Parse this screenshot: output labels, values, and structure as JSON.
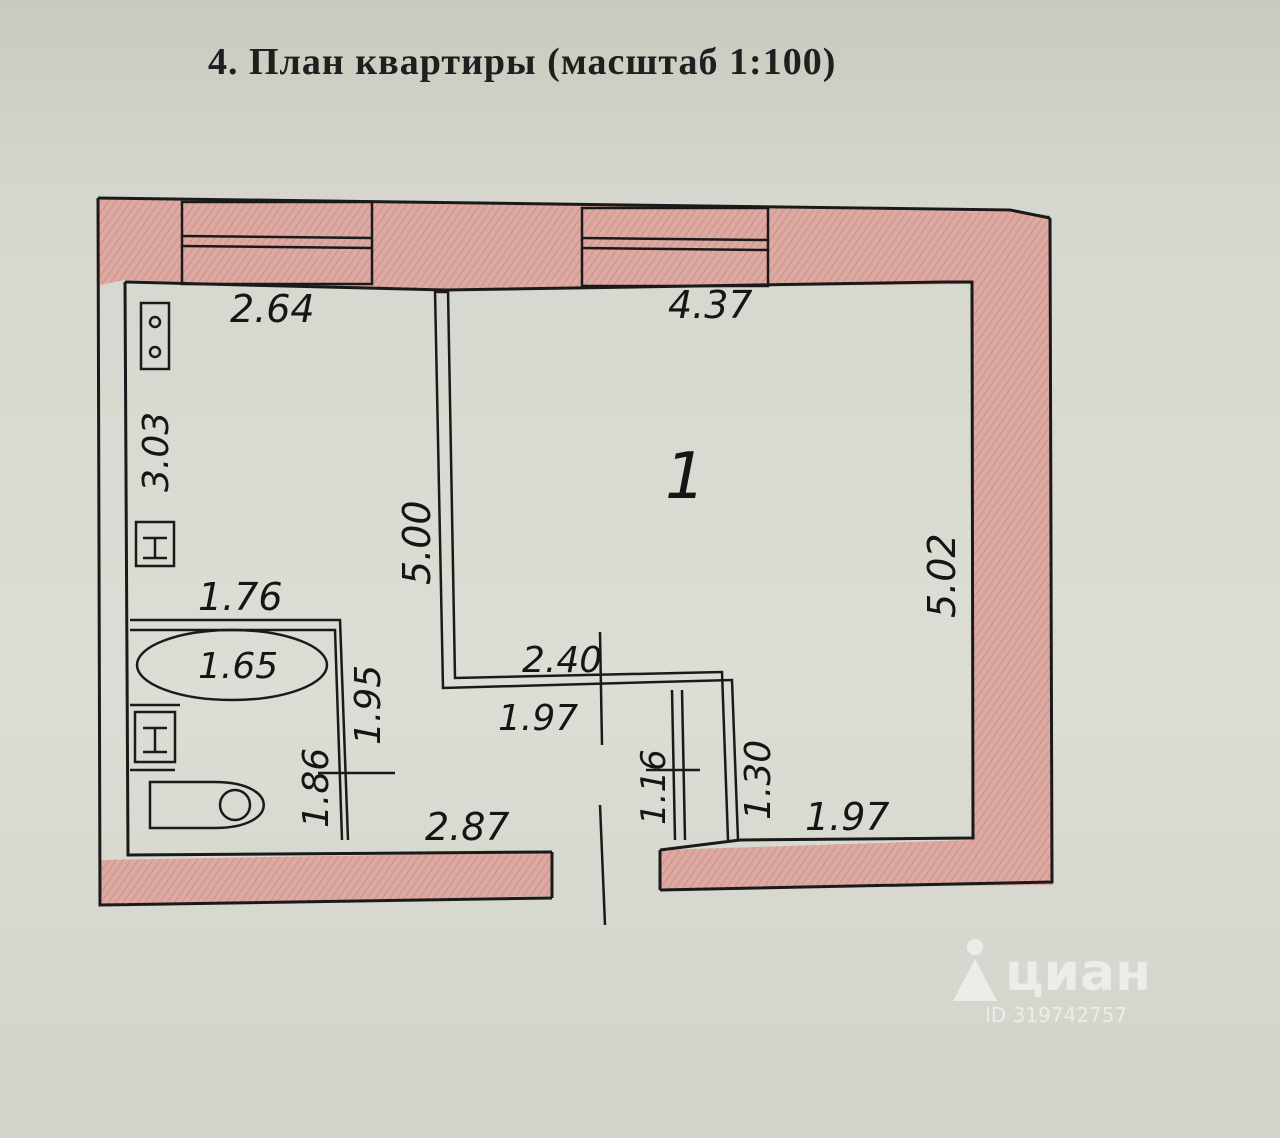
{
  "heading": "4.  План квартиры (масштаб 1:100)",
  "room_label": "1",
  "dimensions": {
    "kitchen_width": "2.64",
    "room_width": "4.37",
    "kitchen_length": "3.03",
    "partition_length": "5.00",
    "room_length": "5.02",
    "bath_width": "1.76",
    "bathtub": "1.65",
    "bath_length": "1.95",
    "corridor_width": "2.40",
    "corridor_inner": "1.97",
    "wc_length": "1.86",
    "hall_width": "2.87",
    "closet_width": "1.16",
    "closet_length": "1.30",
    "room_bottom": "1.97"
  },
  "colors": {
    "wall_fill": "#dca7a1",
    "wall_hatch": "#c98a83",
    "ink": "#151515"
  },
  "watermark": {
    "logo": "циан",
    "id": "ID 319742757"
  }
}
